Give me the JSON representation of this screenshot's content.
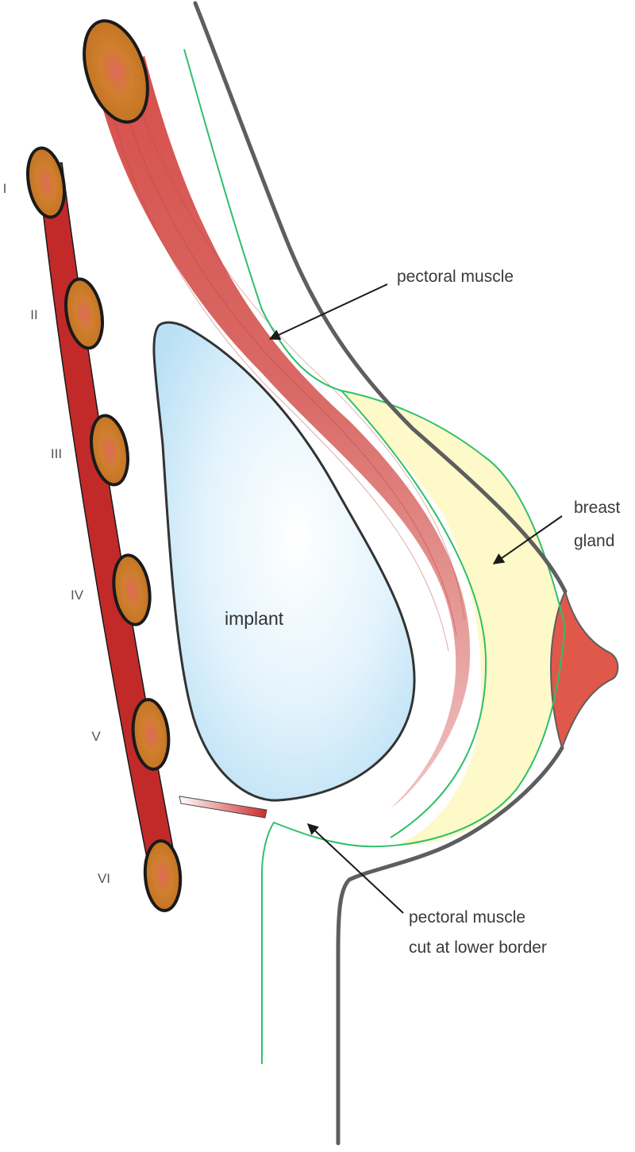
{
  "labels": {
    "pectoral_muscle": "pectoral muscle",
    "breast_gland_line1": "breast",
    "breast_gland_line2": "gland",
    "implant": "implant",
    "cut_line1": "pectoral muscle",
    "cut_line2": "cut at lower border"
  },
  "ribs": [
    "I",
    "II",
    "III",
    "IV",
    "V",
    "VI"
  ],
  "colors": {
    "skin_outline": "#5e5e5e",
    "fascia_line": "#2fbf6a",
    "muscle": "#d85550",
    "muscle_light": "#eab3b3",
    "rib_band": "#c22a2a",
    "rib_fill": "#c77a22",
    "implant_center": "#ffffff",
    "implant_edge": "#bfe3f6",
    "gland": "#fdf9c9",
    "nipple": "#e0584a"
  }
}
